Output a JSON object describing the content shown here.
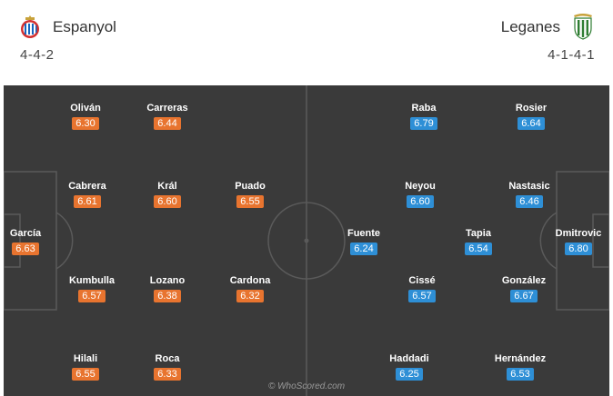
{
  "home": {
    "name": "Espanyol",
    "formation": "4-4-2",
    "crest_icon": "espanyol-crest-icon",
    "color": "#e8742f",
    "players": [
      {
        "name": "García",
        "rating": "6.63"
      },
      {
        "name": "Oliván",
        "rating": "6.30"
      },
      {
        "name": "Cabrera",
        "rating": "6.61"
      },
      {
        "name": "Kumbulla",
        "rating": "6.57"
      },
      {
        "name": "Hilali",
        "rating": "6.55"
      },
      {
        "name": "Carreras",
        "rating": "6.44"
      },
      {
        "name": "Král",
        "rating": "6.60"
      },
      {
        "name": "Lozano",
        "rating": "6.38"
      },
      {
        "name": "Roca",
        "rating": "6.33"
      },
      {
        "name": "Puado",
        "rating": "6.55"
      },
      {
        "name": "Cardona",
        "rating": "6.32"
      }
    ]
  },
  "away": {
    "name": "Leganes",
    "formation": "4-1-4-1",
    "crest_icon": "leganes-crest-icon",
    "color": "#2e8fd6",
    "players": [
      {
        "name": "Dmitrovic",
        "rating": "6.80"
      },
      {
        "name": "Rosier",
        "rating": "6.64"
      },
      {
        "name": "Nastasic",
        "rating": "6.46"
      },
      {
        "name": "González",
        "rating": "6.67"
      },
      {
        "name": "Hernández",
        "rating": "6.53"
      },
      {
        "name": "Tapia",
        "rating": "6.54"
      },
      {
        "name": "Raba",
        "rating": "6.79"
      },
      {
        "name": "Neyou",
        "rating": "6.60"
      },
      {
        "name": "Cissé",
        "rating": "6.57"
      },
      {
        "name": "Haddadi",
        "rating": "6.25"
      },
      {
        "name": "Fuente",
        "rating": "6.24"
      }
    ]
  },
  "watermark": "© WhoScored.com",
  "pitch_color": "#3a3a3a"
}
